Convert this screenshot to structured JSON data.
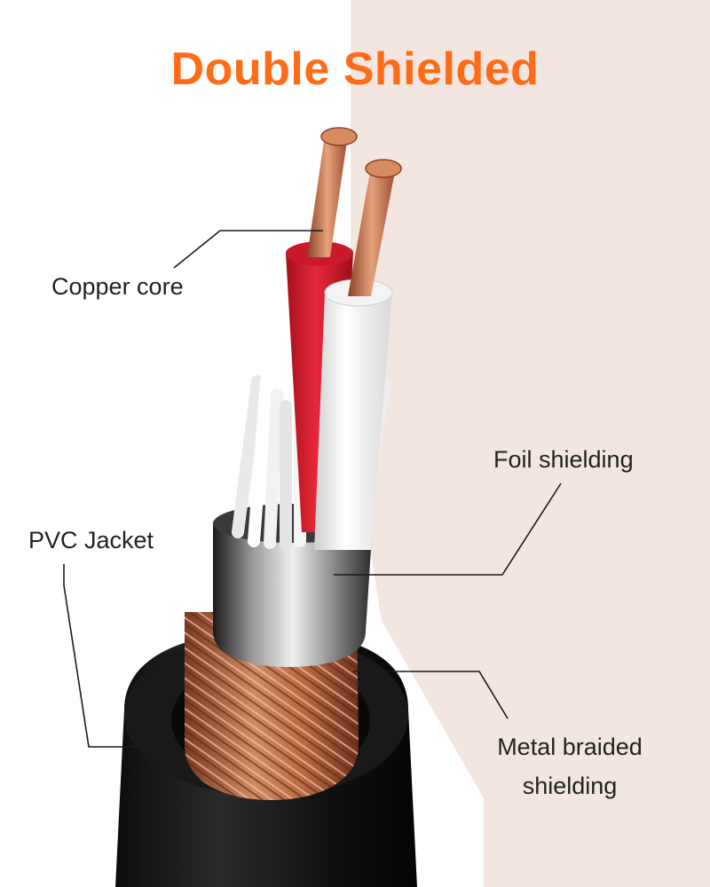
{
  "title": "Double Shielded",
  "colors": {
    "title": "#ff6b16",
    "background_right": "#f3e6e1",
    "jacket": "#151515",
    "copper": "#c9744a",
    "red_insulation": "#d8192a"
  },
  "labels": {
    "copper_core": "Copper core",
    "foil_shielding": "Foil shielding",
    "pvc_jacket": "PVC Jacket",
    "metal_braided_line1": "Metal braided",
    "metal_braided_line2": "shielding"
  }
}
